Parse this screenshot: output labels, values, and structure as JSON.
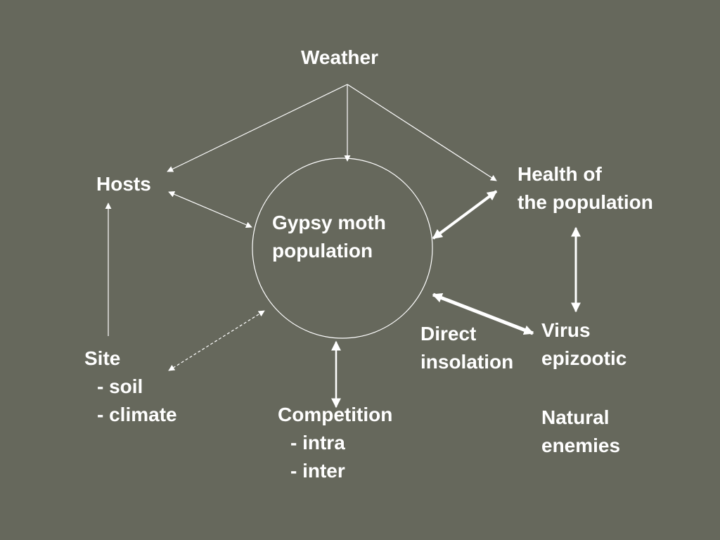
{
  "colors": {
    "background": "#66685c",
    "foreground": "#ffffff"
  },
  "center": {
    "line1": "Gypsy moth",
    "line2": "population"
  },
  "weather": "Weather",
  "hosts": "Hosts",
  "health": {
    "line1": "Health of",
    "line2": "the population"
  },
  "site": {
    "title": "Site",
    "items": [
      "- soil",
      "- climate"
    ]
  },
  "competition": {
    "title": "Competition",
    "items": [
      "- intra",
      "- inter"
    ]
  },
  "direct_insolation": {
    "line1": "Direct",
    "line2": "insolation"
  },
  "virus": {
    "line1": "Virus",
    "line2": "epizootic"
  },
  "natural_enemies": {
    "line1": "Natural",
    "line2": "enemies"
  }
}
